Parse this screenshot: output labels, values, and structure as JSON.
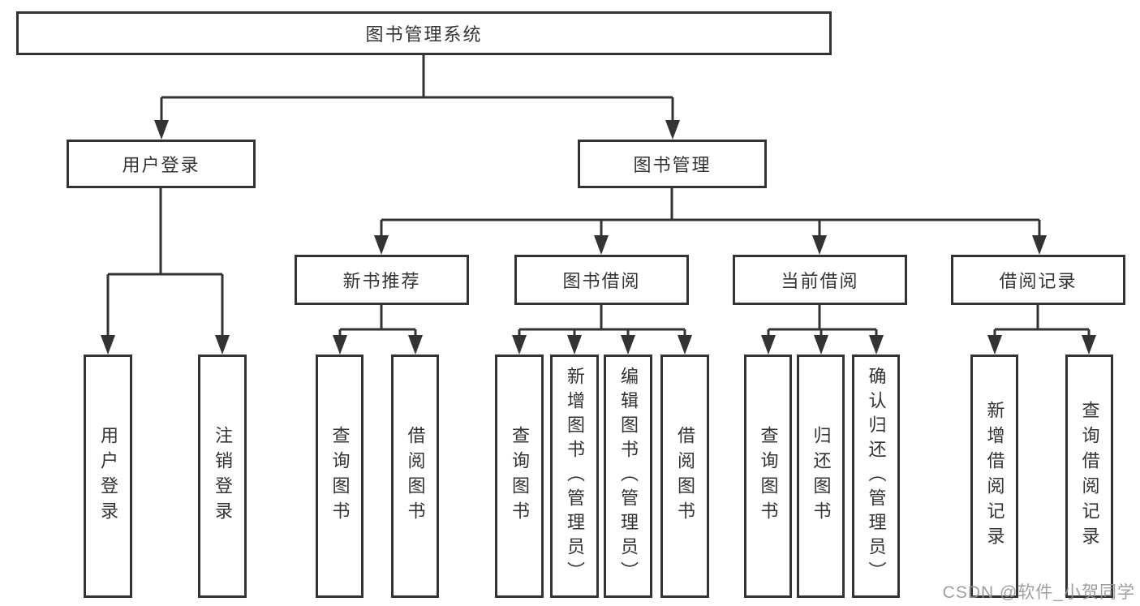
{
  "tree": {
    "label": "图书管理系统",
    "children": [
      {
        "label": "用户登录",
        "children": [
          {
            "label": "用户登录"
          },
          {
            "label": "注销登录"
          }
        ]
      },
      {
        "label": "图书管理",
        "children": [
          {
            "label": "新书推荐",
            "children": [
              {
                "label": "查询图书"
              },
              {
                "label": "借阅图书"
              }
            ]
          },
          {
            "label": "图书借阅",
            "children": [
              {
                "label": "查询图书"
              },
              {
                "label": "新增图书（管理员）"
              },
              {
                "label": "编辑图书（管理员）"
              },
              {
                "label": "借阅图书"
              }
            ]
          },
          {
            "label": "当前借阅",
            "children": [
              {
                "label": "查询图书"
              },
              {
                "label": "归还图书"
              },
              {
                "label": "确认归还（管理员）"
              }
            ]
          },
          {
            "label": "借阅记录",
            "children": [
              {
                "label": "新增借阅记录"
              },
              {
                "label": "查询借阅记录"
              }
            ]
          }
        ]
      }
    ]
  },
  "watermark": {
    "text": "CSDN @软件_小贺同学"
  },
  "colors": {
    "line": "#333333",
    "box_border": "#333333",
    "text": "#333333",
    "watermark": "#949494",
    "background": "#ffffff"
  }
}
